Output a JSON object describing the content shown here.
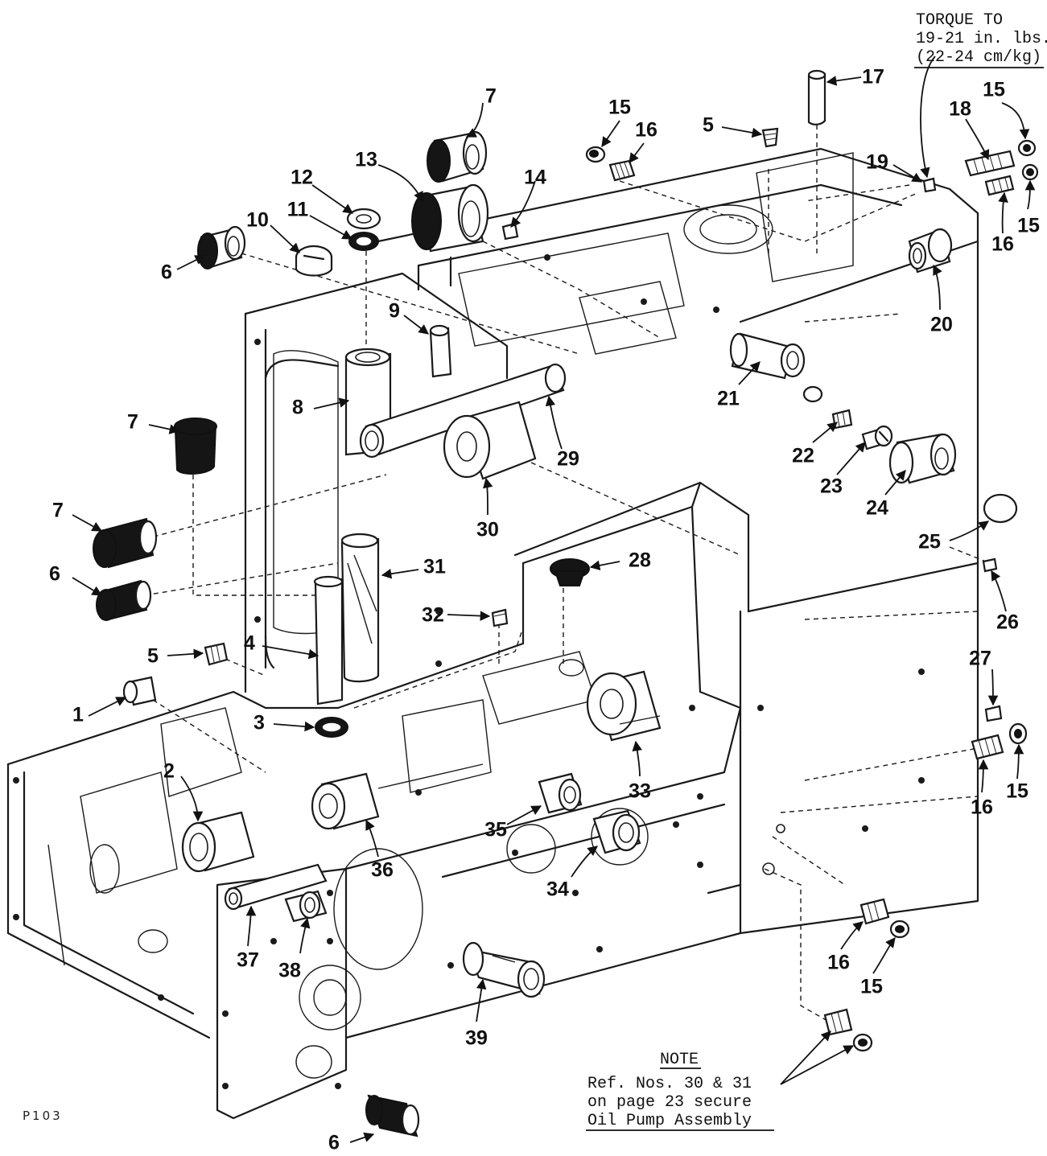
{
  "torque_note": {
    "line1": "TORQUE TO",
    "line2": "19-21 in. lbs.",
    "line3": "(22-24 cm/kg)"
  },
  "note": {
    "heading": "NOTE",
    "line1": "Ref. Nos. 30 & 31",
    "line2": "on page 23 secure",
    "line3": "Oil Pump Assembly"
  },
  "page_code": "P103",
  "callouts": [
    "17",
    "15",
    "16",
    "5",
    "15",
    "18",
    "19",
    "15",
    "16",
    "7",
    "13",
    "14",
    "12",
    "11",
    "10",
    "6",
    "9",
    "8",
    "7",
    "20",
    "21",
    "22",
    "23",
    "24",
    "29",
    "30",
    "25",
    "7",
    "6",
    "28",
    "31",
    "32",
    "26",
    "4",
    "5",
    "1",
    "3",
    "27",
    "2",
    "33",
    "16",
    "15",
    "35",
    "36",
    "34",
    "37",
    "38",
    "16",
    "15",
    "39",
    "6"
  ]
}
